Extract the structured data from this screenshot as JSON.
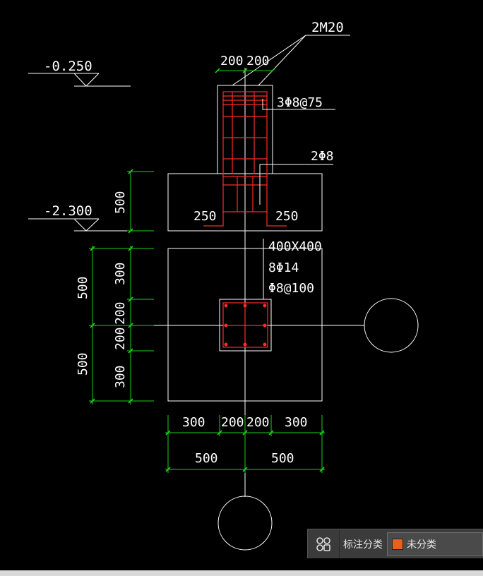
{
  "drawing": {
    "leader_label": "2M20",
    "elevation_top": "-0.250",
    "elevation_bottom": "-2.300",
    "dim_top_left": "200",
    "dim_top_right": "200",
    "stirrup_note": "3Φ8@75",
    "bar_note": "2Φ8",
    "pier_height": "500",
    "pad_left_dim": "250",
    "pad_right_dim": "250",
    "column_size": "400X400",
    "column_main_bars": "8Φ14",
    "column_stirrups": "Φ8@100",
    "left_outer_top": "500",
    "left_outer_bottom": "500",
    "left_inner": [
      "300",
      "200",
      "200",
      "300"
    ],
    "bottom_row1": [
      "300",
      "200",
      "200",
      "300"
    ],
    "bottom_row2": [
      "500",
      "500"
    ]
  },
  "panel": {
    "icon": "annotation-category-icon",
    "label": "标注分类",
    "selected_category": "未分类",
    "swatch_color": "#e8601c"
  },
  "colors": {
    "background": "#000000",
    "geometry": "#ffffff",
    "dimension": "#19d219",
    "rebar": "#ff2a2a"
  }
}
